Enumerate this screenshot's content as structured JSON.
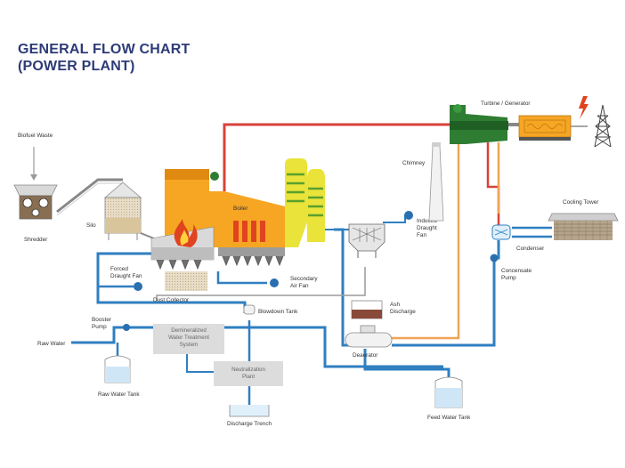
{
  "title": {
    "line1": "GENERAL FLOW CHART",
    "line2": "(POWER PLANT)"
  },
  "labels": {
    "biofuel_waste": "Biofuel Waste",
    "shredder": "Shredder",
    "silo": "Silo",
    "boiler": "Boiler",
    "chimney": "Chimney",
    "turbine_generator": "Turbine / Generator",
    "cooling_tower": "Cooling Tower",
    "condenser": "Condenser",
    "concensate_pump_1": "Concensate",
    "concensate_pump_2": "Pump",
    "induced_fan_1": "Induced",
    "induced_fan_2": "Draught",
    "induced_fan_3": "Fan",
    "forced_fan_1": "Forced",
    "forced_fan_2": "Draught Fan",
    "secondary_fan_1": "Secondary",
    "secondary_fan_2": "Air Fan",
    "dust_collector": "Dust Collector",
    "blowdown_tank": "Blowdown Tank",
    "ash_discharge_1": "Ash",
    "ash_discharge_2": "Discharge",
    "deaerator": "Deaerator",
    "booster_pump_1": "Booster",
    "booster_pump_2": "Pump",
    "raw_water": "Raw Water",
    "raw_water_tank": "Raw Water Tank",
    "demin_1": "Demineralized",
    "demin_2": "Water Treatment",
    "demin_3": "System",
    "neutral_1": "Neutralization",
    "neutral_2": "Plant",
    "discharge_trench": "Discharge Trench",
    "feed_water_tank": "Feed Water Tank"
  },
  "colors": {
    "title": "#2d3b78",
    "water_line": "#2f7fc1",
    "steam_line": "#d8423a",
    "condensate_line": "#f0a455",
    "boiler": "#f6a623",
    "economizer": "#e9e33a",
    "fan": "#2a6fb0",
    "gray_box": "#dcdcdc"
  },
  "icons": {
    "fire": "fire-icon",
    "lightning": "lightning-icon",
    "transmission_tower": "transmission-tower-icon"
  }
}
